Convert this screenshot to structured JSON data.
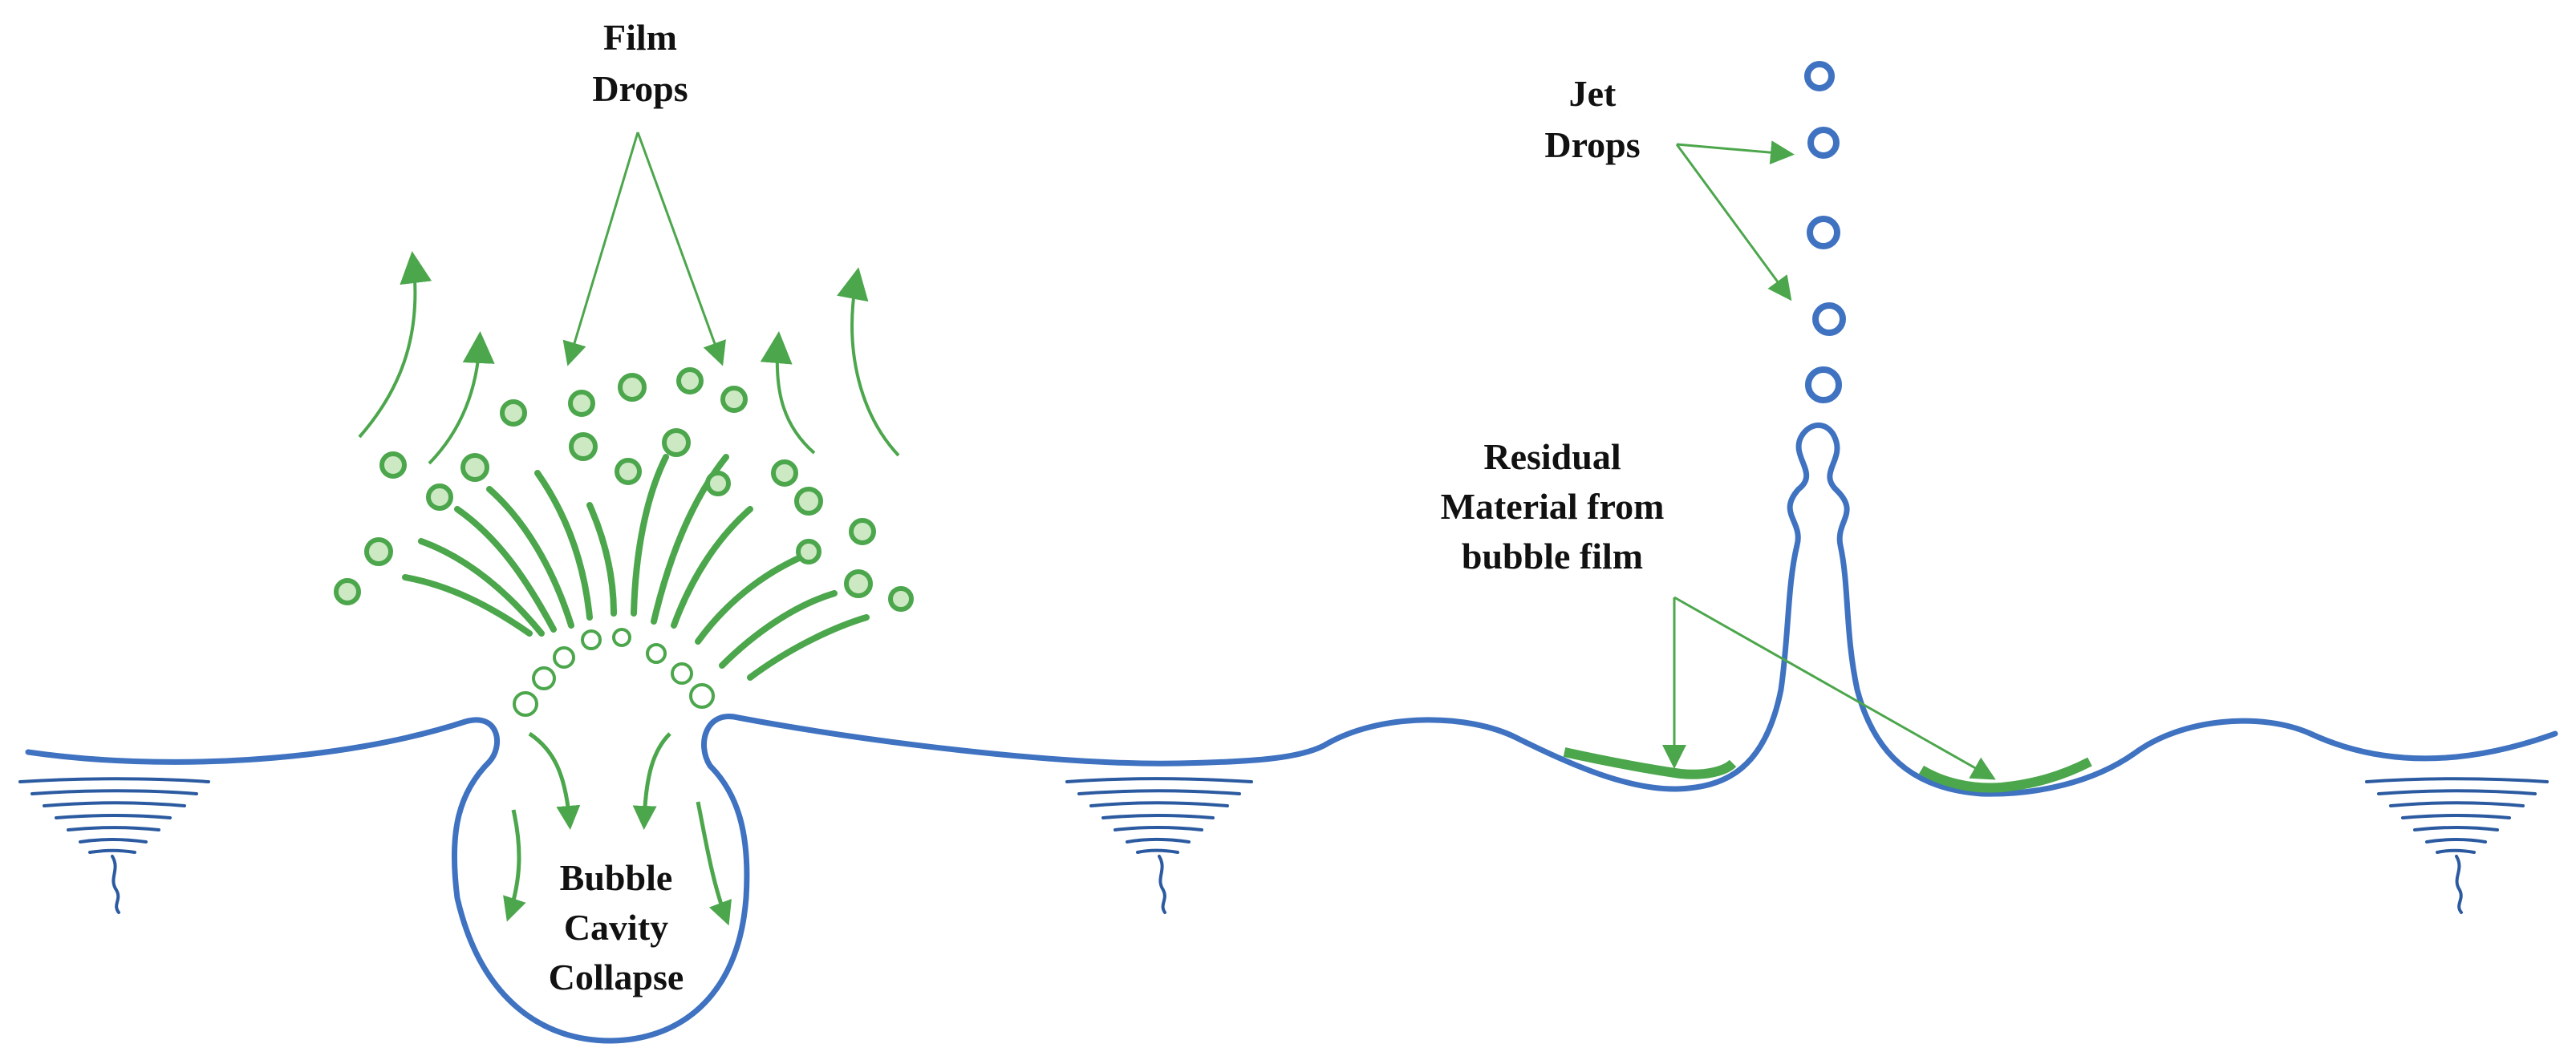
{
  "labels": {
    "film_drops": [
      "Film",
      "Drops"
    ],
    "jet_drops": [
      "Jet",
      "Drops"
    ],
    "residual": [
      "Residual",
      "Material from",
      "bubble film"
    ],
    "bubble_cavity": [
      "Bubble",
      "Cavity",
      "Collapse"
    ]
  },
  "colors": {
    "water_surface": "#3f72c0",
    "vortex": "#2b5aa0",
    "film_green": "#4ca64c",
    "film_drop_fill": "#cde9c4",
    "arrow_green": "#4ca64c",
    "label_text": "#111111"
  }
}
